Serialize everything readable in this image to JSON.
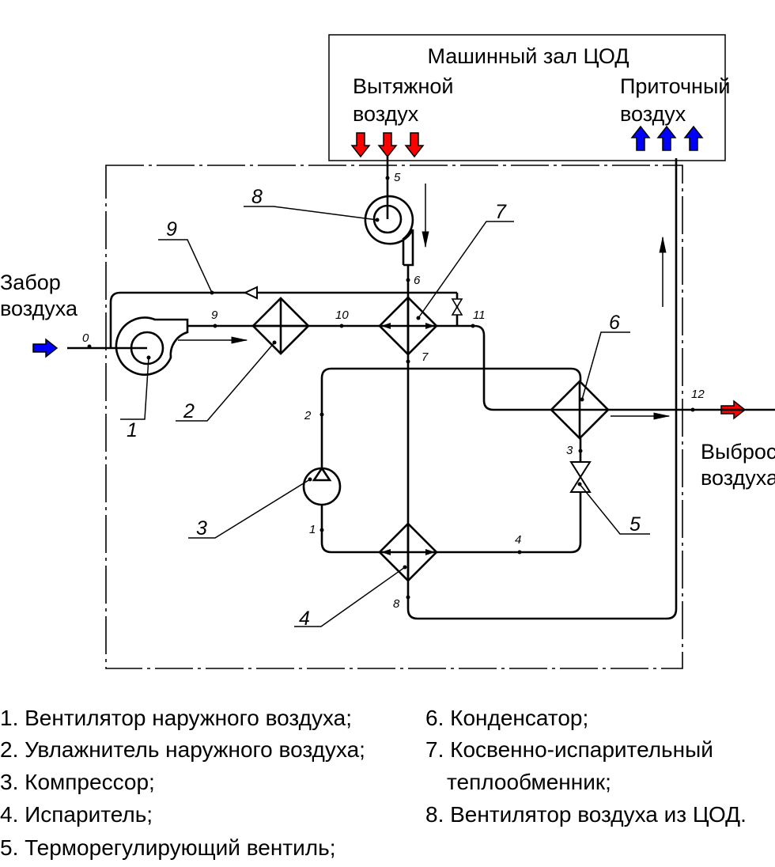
{
  "room": {
    "title": "Машинный зал ЦОД",
    "exhaust": [
      "Вытяжной",
      "воздух"
    ],
    "supply": [
      "Приточный",
      "воздух"
    ]
  },
  "intake": [
    "Забор",
    "воздуха"
  ],
  "discharge": [
    "Выброс",
    "воздуха"
  ],
  "colors": {
    "hot_arrow": "#ff0000",
    "cold_arrow": "#0000ff"
  },
  "air_points": [
    "0",
    "9",
    "10",
    "11",
    "12",
    "5",
    "6",
    "7",
    "8"
  ],
  "refrigerant_points": [
    "1",
    "2",
    "3",
    "4"
  ],
  "callouts": [
    "1",
    "2",
    "3",
    "4",
    "5",
    "6",
    "7",
    "8",
    "9"
  ],
  "legend": {
    "left": [
      "1. Вентилятор наружного воздуха;",
      "2. Увлажнитель наружного воздуха;",
      "3. Компрессор;",
      "4. Испаритель;",
      "5. Терморегулирующий вентиль;"
    ],
    "right": [
      "6. Конденсатор;",
      "7. Косвенно-испарительный",
      "теплообменник;",
      "8. Вентилятор воздуха из ЦОД."
    ]
  }
}
